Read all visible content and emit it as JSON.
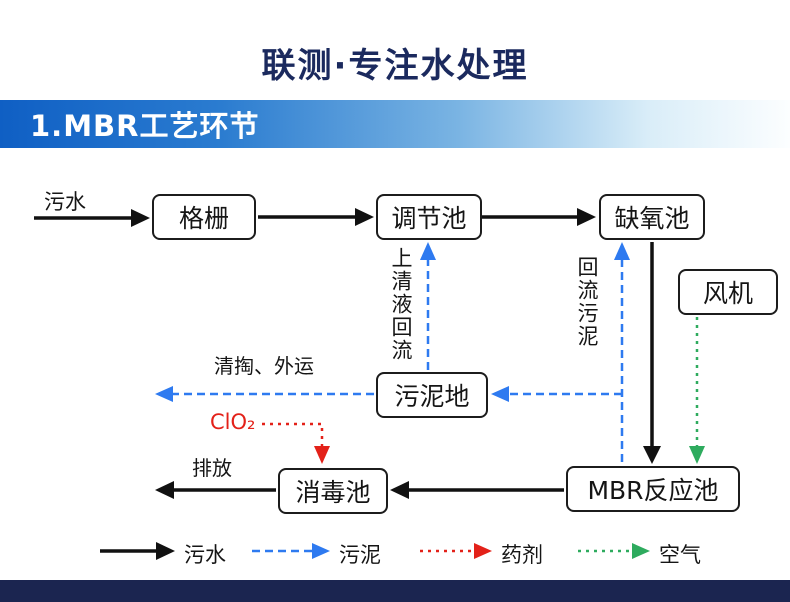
{
  "header": {
    "title": "联测·专注水处理",
    "banner": "1.MBR工艺环节"
  },
  "colors": {
    "navy": "#1b2550",
    "banner_blue": "#0f5fc4",
    "sewage_black": "#111111",
    "sludge_blue": "#2e7af0",
    "chemical_red": "#e32119",
    "air_green": "#2eab5e"
  },
  "diagram": {
    "nodes": {
      "grating": "格栅",
      "regulating": "调节池",
      "anoxic": "缺氧池",
      "fan": "风机",
      "sludge_pool": "污泥地",
      "disinfection": "消毒池",
      "mbr": "MBR反应池"
    },
    "flow_labels": {
      "sewage_in": "污水",
      "supernatant_return": "上清液回流",
      "sludge_return": "回流污泥",
      "clean_out": "清掏、外运",
      "clo2": "ClO₂",
      "discharge": "排放"
    }
  },
  "legend": {
    "items": [
      {
        "label": "污水",
        "style": "solid-black"
      },
      {
        "label": "污泥",
        "style": "dashed-blue"
      },
      {
        "label": "药剂",
        "style": "dotted-red"
      },
      {
        "label": "空气",
        "style": "dotted-green"
      }
    ]
  }
}
